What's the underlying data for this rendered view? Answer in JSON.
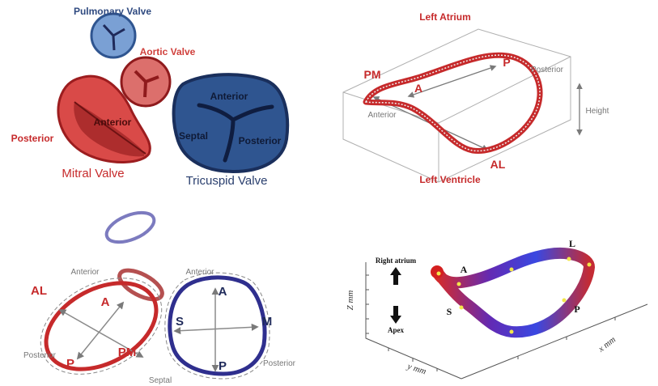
{
  "colors": {
    "red": "#c62a2b",
    "red_dark": "#8f1a1c",
    "blue": "#2f5590",
    "blue_light": "#7aa0d4",
    "navy": "#1f2a5a",
    "gray": "#6e6e6e"
  },
  "valves_panel": {
    "pulmonary_label": "Pulmonary Valve",
    "aortic_label": "Aortic Valve",
    "mitral": {
      "label": "Mitral Valve",
      "anterior": "Anterior",
      "posterior": "Posterior"
    },
    "tricuspid": {
      "label": "Tricuspid Valve",
      "anterior": "Anterior",
      "septal": "Septal",
      "posterior": "Posterior"
    }
  },
  "saddle_panel": {
    "top": "Left Atrium",
    "bottom": "Left Ventricle",
    "pm": "PM",
    "a": "A",
    "p": "P",
    "al": "AL",
    "anterior": "Anterior",
    "posterior": "Posterior",
    "height": "Height"
  },
  "rings_panel": {
    "mitral": {
      "al": "AL",
      "a": "A",
      "p": "P",
      "pm": "PM",
      "anterior": "Anterior",
      "posterior": "Posterior"
    },
    "tricuspid": {
      "a": "A",
      "s": "S",
      "m": "M",
      "p": "P",
      "anterior": "Anterior",
      "posterior": "Posterior",
      "septal": "Septal"
    }
  },
  "plot3d_panel": {
    "right_atrium": "Right atrium",
    "apex": "Apex",
    "z_axis": "Z mm",
    "y_axis": "y mm",
    "x_axis": "x mm",
    "point_labels": {
      "a": "A",
      "l": "L",
      "s": "S",
      "p": "P"
    }
  }
}
